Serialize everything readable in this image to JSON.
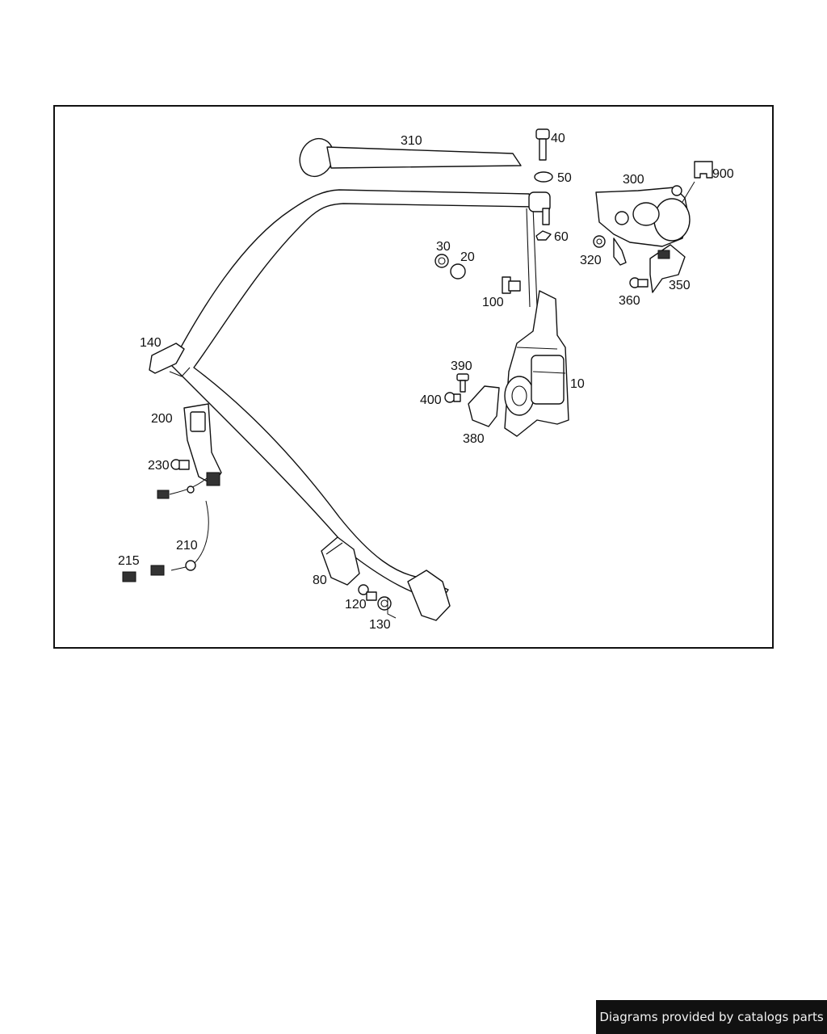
{
  "diagram": {
    "callouts": {
      "p10": "10",
      "p20": "20",
      "p30": "30",
      "p40": "40",
      "p50": "50",
      "p60": "60",
      "p80": "80",
      "p100": "100",
      "p120": "120",
      "p130": "130",
      "p140": "140",
      "p200": "200",
      "p210": "210",
      "p215": "215",
      "p230": "230",
      "p300": "300",
      "p310": "310",
      "p320": "320",
      "p350": "350",
      "p360": "360",
      "p380": "380",
      "p390": "390",
      "p400": "400",
      "p900": "900"
    }
  },
  "footer": {
    "text": "Diagrams provided by catalogs parts"
  },
  "colors": {
    "line": "#111111",
    "footer_bg": "#111111",
    "footer_text": "#f2f2f2"
  }
}
